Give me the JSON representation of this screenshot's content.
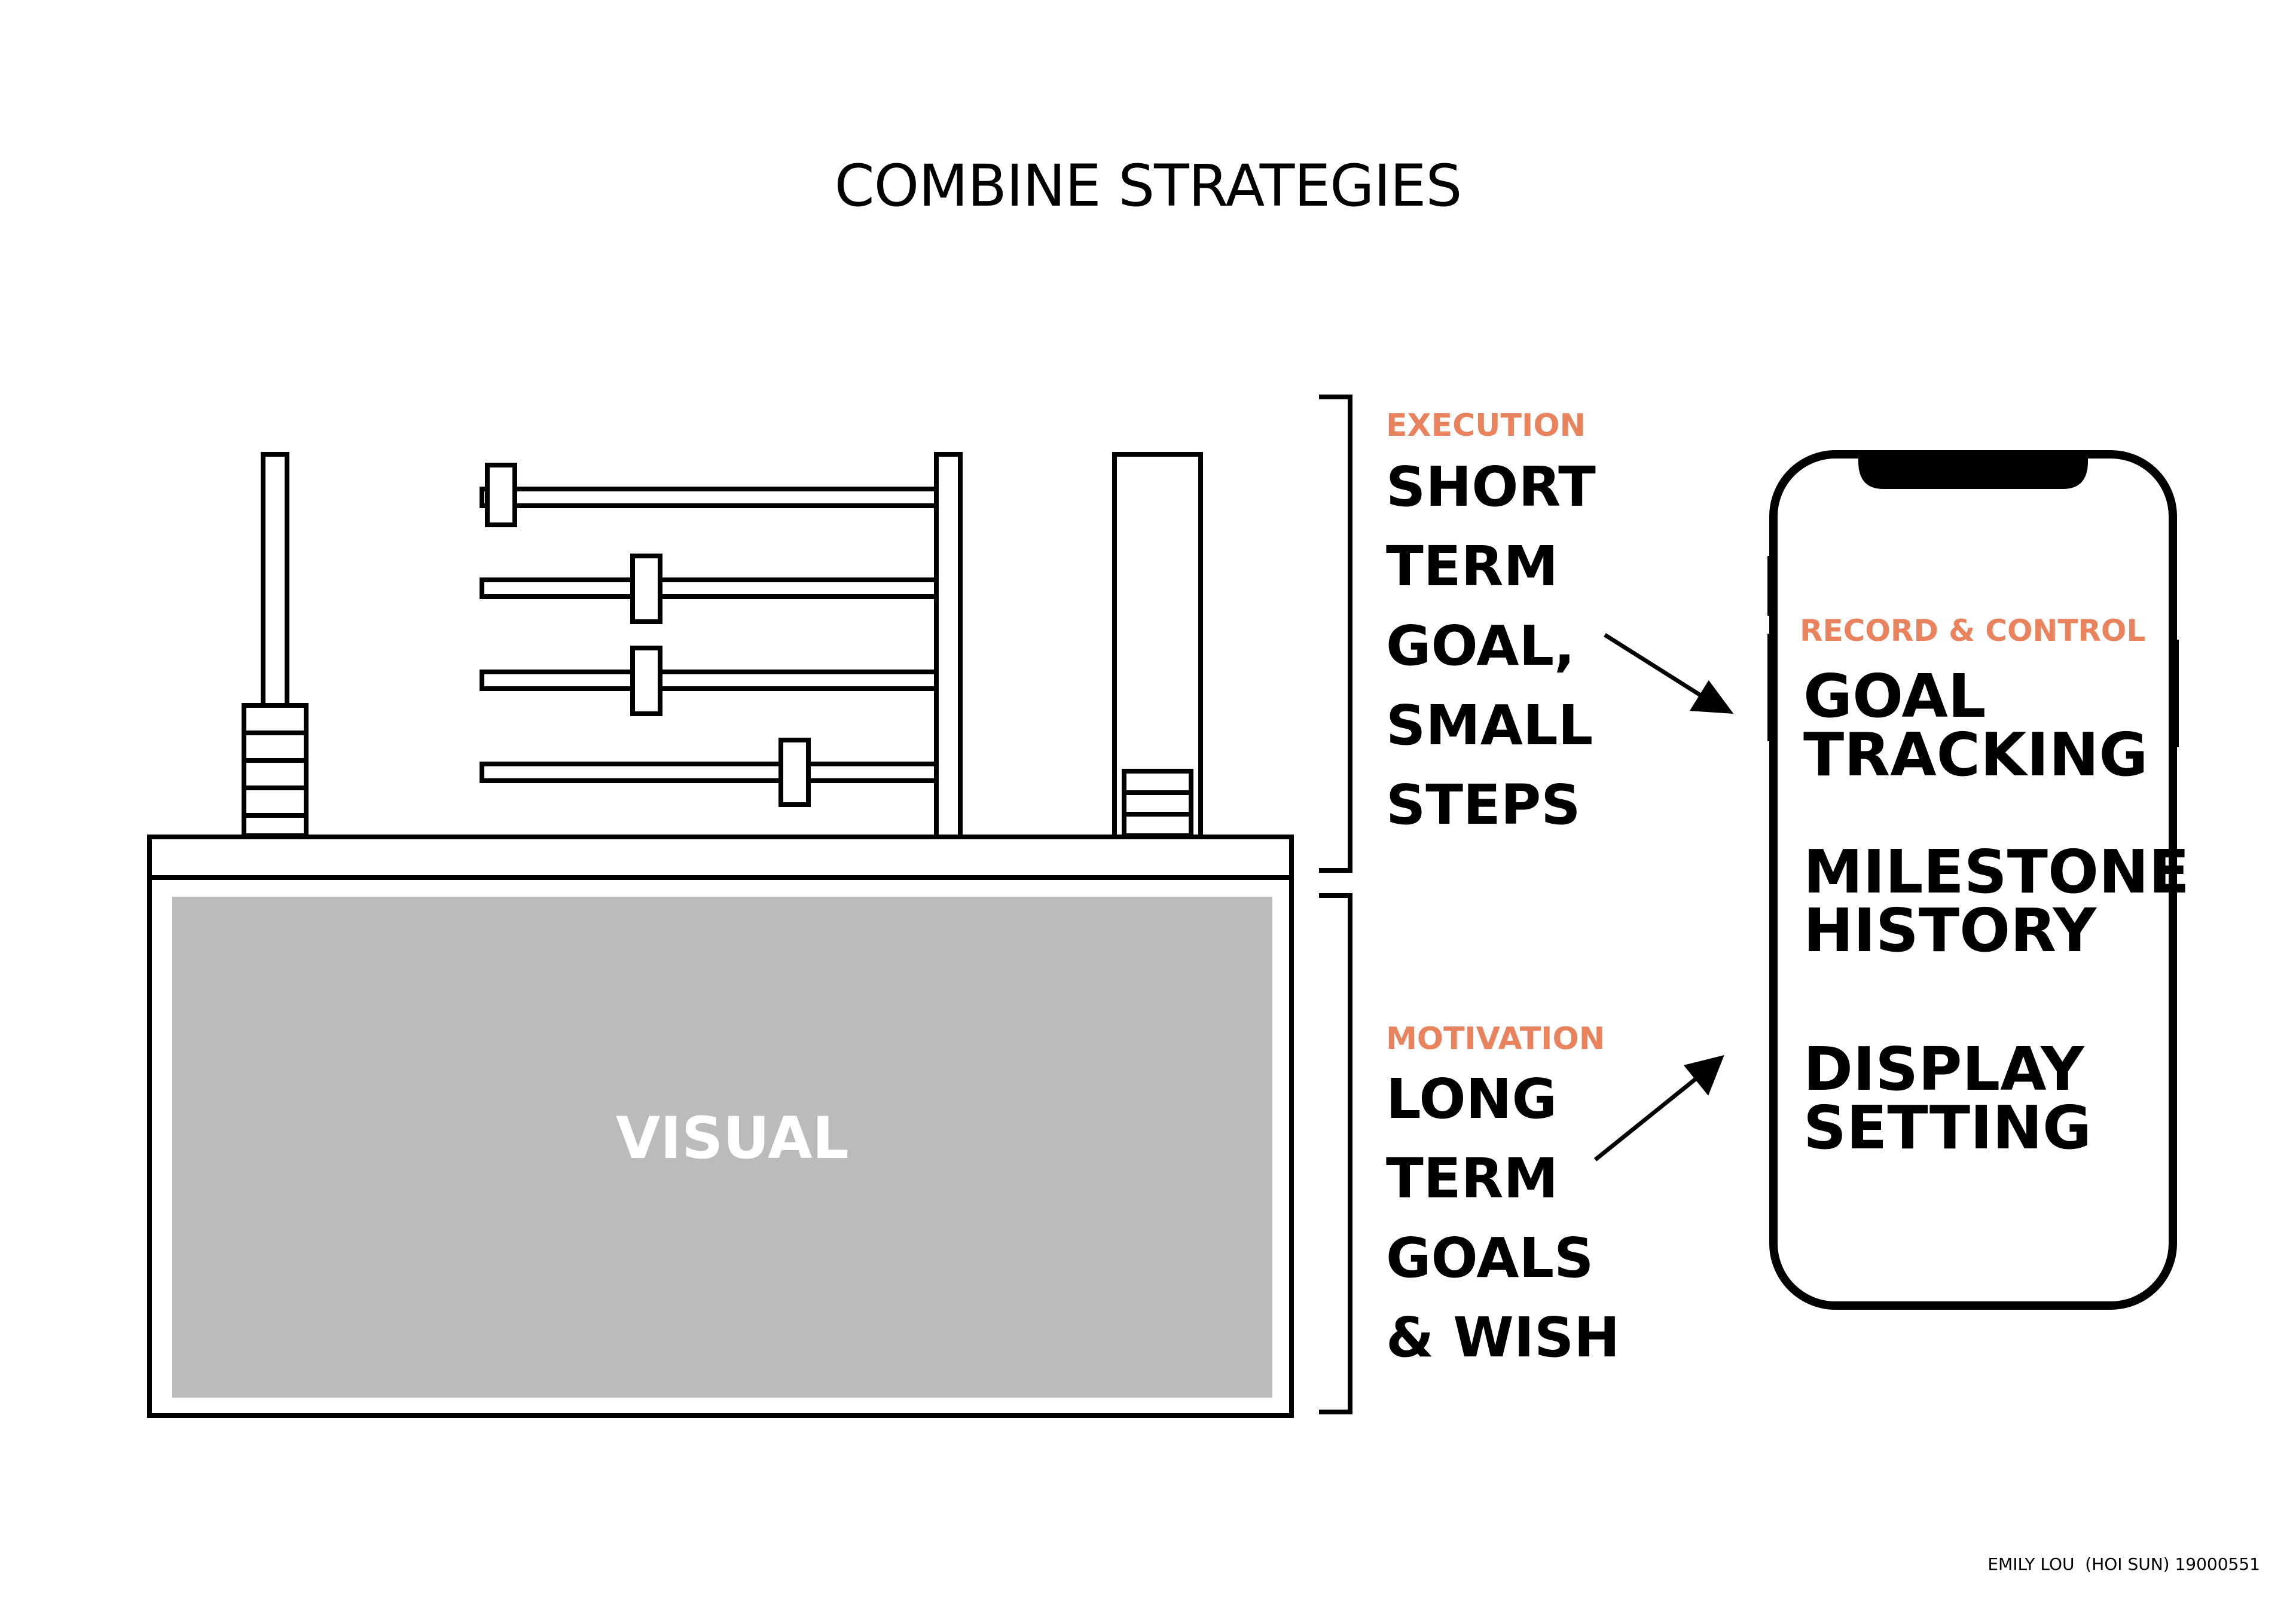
{
  "title": "COMBINE STRATEGIES",
  "execution": {
    "label": "EXECUTION",
    "lines": [
      "SHORT",
      "TERM",
      "GOAL,",
      "SMALL",
      "STEPS"
    ]
  },
  "motivation": {
    "label": "MOTIVATION",
    "lines": [
      "LONG",
      "TERM",
      "GOALS",
      "& WISH"
    ]
  },
  "phone": {
    "label": "RECORD & CONTROL",
    "items": [
      [
        "GOAL",
        "TRACKING"
      ],
      [
        "MILESTONE",
        "HISTORY"
      ],
      [
        "DISPLAY",
        "SETTING"
      ]
    ]
  },
  "visual_label": "VISUAL",
  "credit": "EMILY LOU  (HOI SUN) 19000551",
  "colors": {
    "accent": "#e8835e",
    "panel": "#bbbbbb",
    "stroke": "#000000"
  }
}
